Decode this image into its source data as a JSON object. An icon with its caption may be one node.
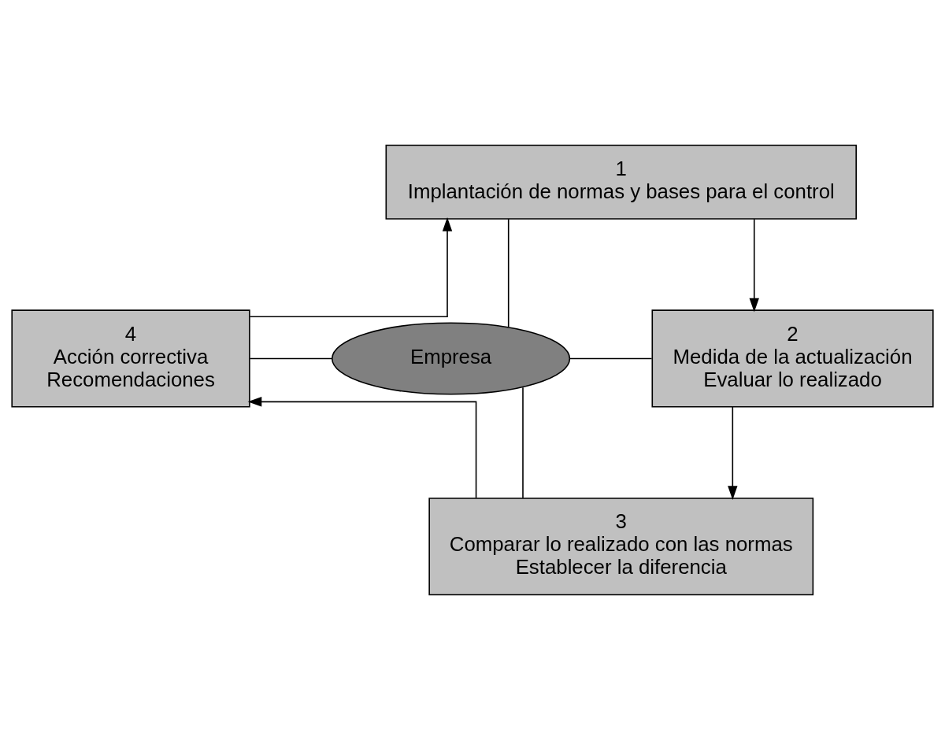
{
  "diagram": {
    "nodes": [
      {
        "text": [
          "1",
          "Implantación de normas y bases para el control"
        ]
      },
      {
        "text": [
          "2",
          "Medida de la actualización",
          "Evaluar lo realizado"
        ]
      },
      {
        "text": [
          "3",
          "Comparar lo realizado con las normas",
          "Establecer la diferencia"
        ]
      },
      {
        "text": [
          "4",
          "Acción correctiva",
          "Recomendaciones"
        ]
      },
      {
        "text": [
          "Empresa"
        ]
      }
    ],
    "edges": [
      {
        "from": 0,
        "to": 1,
        "arrow": "to"
      },
      {
        "from": 1,
        "to": 2,
        "arrow": "to"
      },
      {
        "from": 2,
        "to": 3,
        "arrow": "to"
      },
      {
        "from": 3,
        "to": 0,
        "arrow": "to"
      },
      {
        "from": 0,
        "to": 4,
        "arrow": "none"
      },
      {
        "from": 4,
        "to": 1,
        "arrow": "none"
      },
      {
        "from": 4,
        "to": 2,
        "arrow": "none"
      },
      {
        "from": 3,
        "to": 4,
        "arrow": "none"
      }
    ]
  }
}
